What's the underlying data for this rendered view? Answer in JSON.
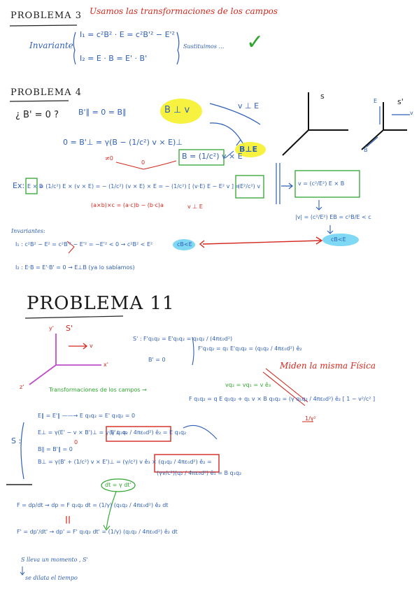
{
  "p3": {
    "heading": "PROBLEMA 3",
    "note": "Usamos las transformaciones de los campos",
    "inv_label": "Invariante",
    "inv1": "I₁ = c²B² · E = c²B'² − E'²",
    "inv2": "I₂ = E · B = E' · B'",
    "inv_tail": "Sustituimos …",
    "check": "✓"
  },
  "p4": {
    "heading": "PROBLEMA 4",
    "question": "¿ B' = 0 ?",
    "l1": "B'∥ = 0 = B∥",
    "hl1": "B ⊥ v",
    "vperpE": "v ⊥ E",
    "l2": "0 = B'⊥ = γ(B − (1/c²) v × E)⊥",
    "l2_red1": "≠0",
    "l2_red2": "0",
    "l2_box": "B = (1/c²) v × E",
    "hl2": "B⊥E",
    "ax1_s": "s",
    "ax2_s": "s'",
    "ax2_E": "E",
    "ax2_v": "v",
    "ax2_B": "B",
    "ex": "Ex:",
    "ex_box": "E × B",
    "ex_eq": "= (1/c²) E × (v × E) = − (1/c²) (v × E) × E = − (1/c²) [ (v·E) E − E² v ] =",
    "ex_box2": "(E²/c²) v",
    "ex_red1": "(a×b)×c = (a·c)b − (b·c)a",
    "ex_red2": "v ⊥ E",
    "ex_box3": "v = (c²/E²) E × B",
    "ex_mod": "|v| = (c²/E²) EB = c²B/E < c",
    "inv_label": "Invariantes:",
    "i1": "I₁ : c²B² − E² = c²B'² − E'² = −E'² < 0  →  c²B² < E²",
    "i1_hl": "cB<E",
    "i2": "I₂ : E·B = E'·B' = 0  →  E⊥B  (ya lo sabíamos)",
    "ri_hl": "cB<E"
  },
  "p11": {
    "heading": "PROBLEMA 11",
    "ax_y": "y'",
    "ax_s": "S'",
    "ax_v": "v",
    "ax_x": "x'",
    "ax_z": "z'",
    "transf": "Transformaciones de los campos →",
    "s_f1": "S' :  F'q₁q₂ = E'q₁q₂ = q₁q₂ / (4πε₀d²)",
    "s_f2": "B' = 0",
    "s_f3": "F'q₁q₂ = q₁ E'q₁q₂ = (q₁q₂ / 4πε₀d²) ê₂",
    "miden": "Miden la misma Física",
    "vq": "vq₂ = vq₁ = v ê₃",
    "f_eq": "F q₁q₂ = q E q₁q₂ + q₁ v × B q₁q₂ = (γ q₁q₂ / 4πε₀d²) ê₂ [ 1 − v²/c² ]",
    "f_red": "1/γ²",
    "s_lbl": "S :",
    "s1": "E∥ = E'∥  ——→  E q₁q₂ = E' q₁q₂ = 0",
    "s2": "E⊥ = γ(E' − v × B')⊥ = γ E'⊥ =",
    "s2_box": "(γ q₁q₂ / 4πε₀d²) ê₂ = E q₁q₂",
    "s2_red": "0",
    "s3": "B∥ = B'∥ = 0",
    "s4": "B⊥ = γ(B' + (1/c²) v × E')⊥ = (γ/c²) v ê₃ × (q₁q₂ / 4πε₀d²) ê₂ =",
    "s4_box": "(γv/c²)(q₂ / 4πε₀d²) ê₁ = B q₁q₂",
    "dt_bubble": "dt = γ dt'",
    "f1": "F = dp/dt  →  dp = F q₁q₂ dt = (1/γ) (q₁q₂ / 4πε₀d²) ê₂ dt",
    "f2": "F' = dp'/dt'  →  dp' = F' q₁q₂ dt' = (1/γ) (q₁q₂ / 4πε₀d²) ê₂ dt",
    "eqsign": "||",
    "foot1": "S lleva un momento , S'",
    "foot2": "se dilata el tiempo"
  }
}
